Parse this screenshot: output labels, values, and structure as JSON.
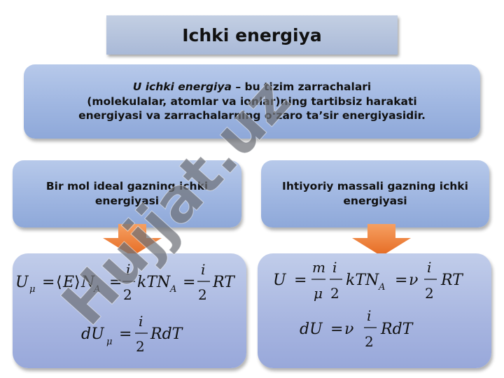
{
  "title": "Ichki energiya",
  "definition": {
    "term": "U ichki energiya",
    "line1_rest": " – bu tizim zarrachalari",
    "line2": "(molekulalar, atomlar va ionlar)ning tartibsiz harakati",
    "line3": "energiyasi va zarrachalarning o‘zaro ta’sir energiyasidir."
  },
  "left_box": {
    "label": "Bir mol ideal gazning ichki energiyasi"
  },
  "right_box": {
    "label": "Ihtiyoriy massali gazning ichki energiyasi"
  },
  "watermark": {
    "text": "Hujjat.uz"
  },
  "left_formulas": {
    "f1": {
      "lhs": "U",
      "sub_mu": "μ",
      "eq": "=",
      "E": "E",
      "N": "N",
      "sub_A": "A",
      "i": "i",
      "two": "2",
      "kT": "kTN",
      "RT": "RT"
    },
    "f2": {
      "lhs": "dU",
      "sub_mu": "μ",
      "eq": "=",
      "i": "i",
      "two": "2",
      "rest": "RdT"
    }
  },
  "right_formulas": {
    "f1": {
      "lhs": "U",
      "eq": "=",
      "m": "m",
      "mu": "μ",
      "i": "i",
      "two": "2",
      "kT": "kTN",
      "sub_A": "A",
      "nu": "ν",
      "RT": "RT"
    },
    "f2": {
      "lhs": "dU",
      "eq": "=",
      "nu": "ν",
      "i": "i",
      "two": "2",
      "rest": "RdT"
    }
  },
  "colors": {
    "accent_arrow": "#ef7f36",
    "panel_blue": "#9fb6e1",
    "watermark": "#6f7278"
  }
}
